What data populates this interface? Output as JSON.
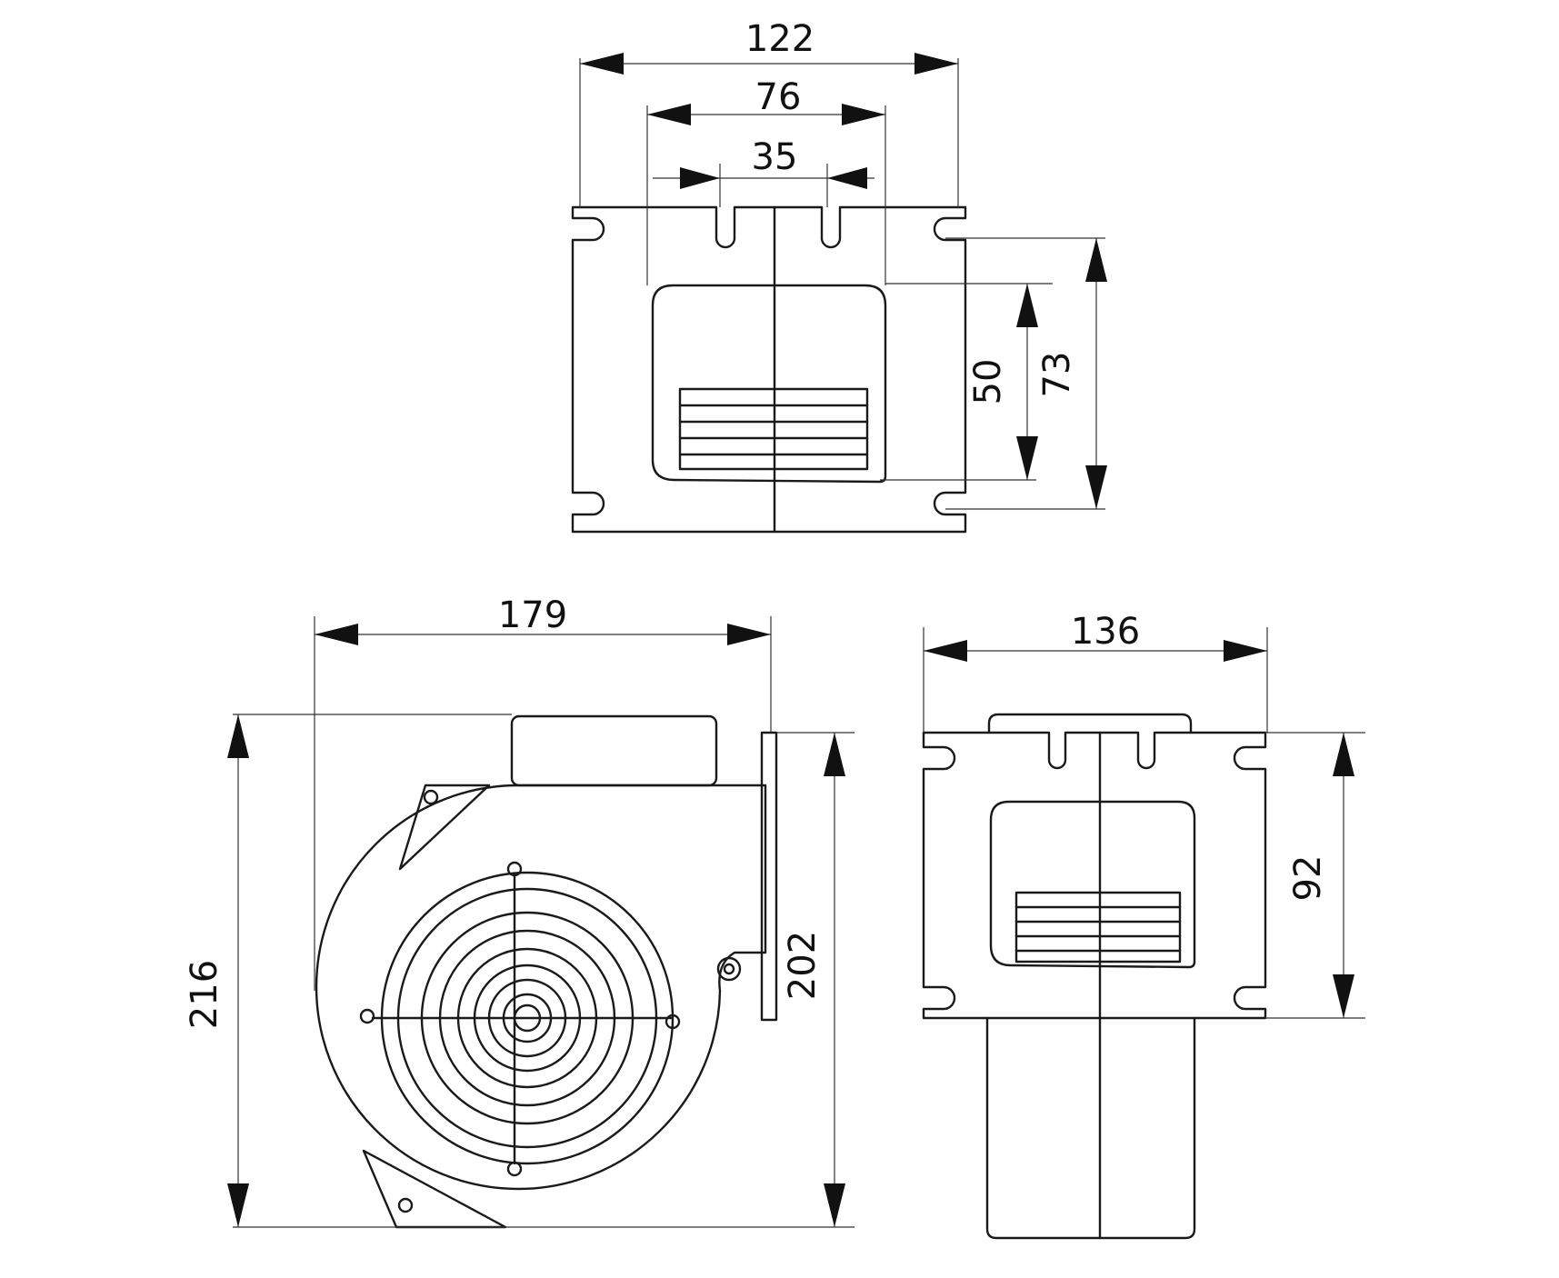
{
  "dimensions": {
    "top_width_overall": "122",
    "top_width_inner": "76",
    "top_slot_spacing": "35",
    "top_outlet_height": "50",
    "top_mount_height": "73",
    "side_length": "179",
    "side_height_overall": "216",
    "side_flange_height": "202",
    "front_width": "136",
    "front_mount_height": "92"
  },
  "colors": {
    "line": "#1a1a1a",
    "background": "#ffffff"
  }
}
